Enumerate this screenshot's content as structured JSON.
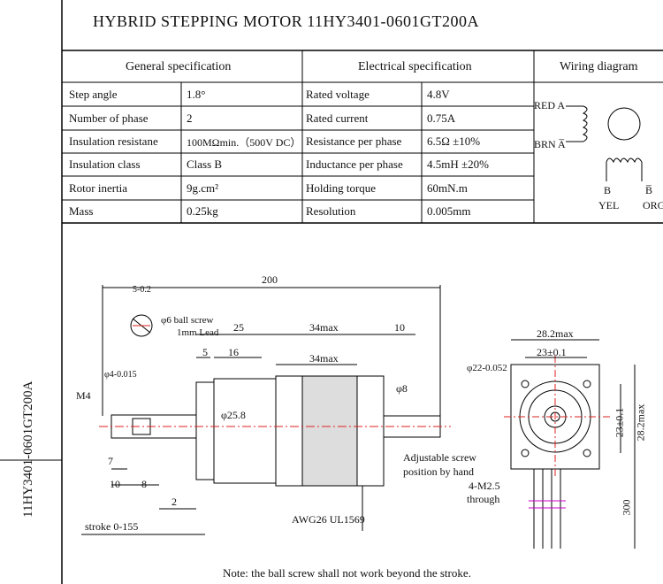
{
  "title": "HYBRID STEPPING MOTOR 11HY3401-0601GT200A",
  "side_title": "11HY3401-0601GT200A",
  "general_spec": {
    "header": "General  specification",
    "rows": [
      {
        "label": "Step angle",
        "value": "1.8°"
      },
      {
        "label": "Number of phase",
        "value": "2"
      },
      {
        "label": "Insulation resistane",
        "value": "100MΩmin.（500V DC）"
      },
      {
        "label": "Insulation class",
        "value": "Class B"
      },
      {
        "label": "Rotor inertia",
        "value": "9g.cm²"
      },
      {
        "label": "Mass",
        "value": "0.25kg"
      }
    ]
  },
  "electrical_spec": {
    "header": "Electrical  specification",
    "rows": [
      {
        "label": "Rated voltage",
        "value": "4.8V"
      },
      {
        "label": "Rated current",
        "value": "0.75A"
      },
      {
        "label": "Resistance per phase",
        "value": "6.5Ω ±10%"
      },
      {
        "label": "Inductance per phase",
        "value": "4.5mH ±20%"
      },
      {
        "label": "Holding torque",
        "value": "60mN.m"
      },
      {
        "label": "Resolution",
        "value": "0.005mm"
      }
    ]
  },
  "wiring": {
    "header": "Wiring diagram",
    "red": "RED A",
    "brn": "BRN A̅",
    "b": "B",
    "bbar": "B̅",
    "yel": "YEL",
    "org": "ORG"
  },
  "dims": {
    "total": "200",
    "d25": "25",
    "d34max_top": "34max",
    "d10": "10",
    "d5": "5",
    "d16": "16",
    "d34max_mid": "34max",
    "phi8": "φ8",
    "phi25": "φ25.8",
    "m4": "M4",
    "tol4": "φ4-0.015",
    "tol5": "5-0.2",
    "ballscrew": "φ6 ball screw",
    "lead": "1mm Lead",
    "d7": "7",
    "d10b": "10",
    "d8": "8",
    "d2": "2",
    "stroke": "stroke 0-155",
    "awg": "AWG26 UL1569",
    "adjust1": "Adjustable screw",
    "adjust2": "position by hand",
    "m25": "4-M2.5",
    "through": "through",
    "front_w": "28.2max",
    "front_pitch": "23±0.1",
    "phi22": "φ22-0.052",
    "side_pitch": "23±0.1",
    "side_w": "28.2max",
    "lead_len": "300"
  },
  "note": "Note: the ball screw shall not work beyond the stroke."
}
